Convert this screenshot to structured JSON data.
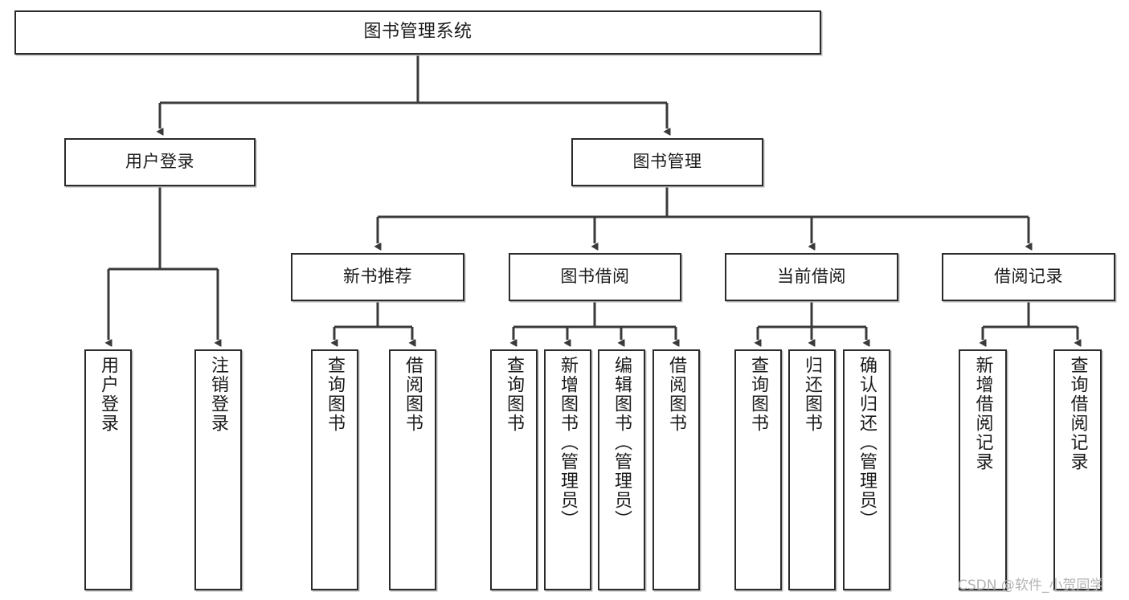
{
  "diagram": {
    "title": "图书管理系统",
    "type": "功能结构图",
    "watermark": "CSDN @软件_小贺同学",
    "colors": {
      "box_border": "#2b2b2b",
      "box_fill": "#ffffff",
      "edge": "#3a3a3a",
      "watermark": "#b3b3b3"
    },
    "root": {
      "label": "图书管理系统"
    },
    "level2": [
      {
        "label": "用户登录"
      },
      {
        "label": "图书管理"
      }
    ],
    "level3": [
      {
        "label": "新书推荐"
      },
      {
        "label": "图书借阅"
      },
      {
        "label": "当前借阅"
      },
      {
        "label": "借阅记录"
      }
    ],
    "leaves": {
      "user_login": [
        {
          "label": "用户登录"
        },
        {
          "label": "注销登录"
        }
      ],
      "new_book_recommend": [
        {
          "label": "查询图书"
        },
        {
          "label": "借阅图书"
        }
      ],
      "book_borrow": [
        {
          "label": "查询图书"
        },
        {
          "label": "新增图书（管理员）"
        },
        {
          "label": "编辑图书（管理员）"
        },
        {
          "label": "借阅图书"
        }
      ],
      "current_borrow": [
        {
          "label": "查询图书"
        },
        {
          "label": "归还图书"
        },
        {
          "label": "确认归还（管理员）"
        }
      ],
      "borrow_records": [
        {
          "label": "新增借阅记录"
        },
        {
          "label": "查询借阅记录"
        }
      ]
    }
  }
}
